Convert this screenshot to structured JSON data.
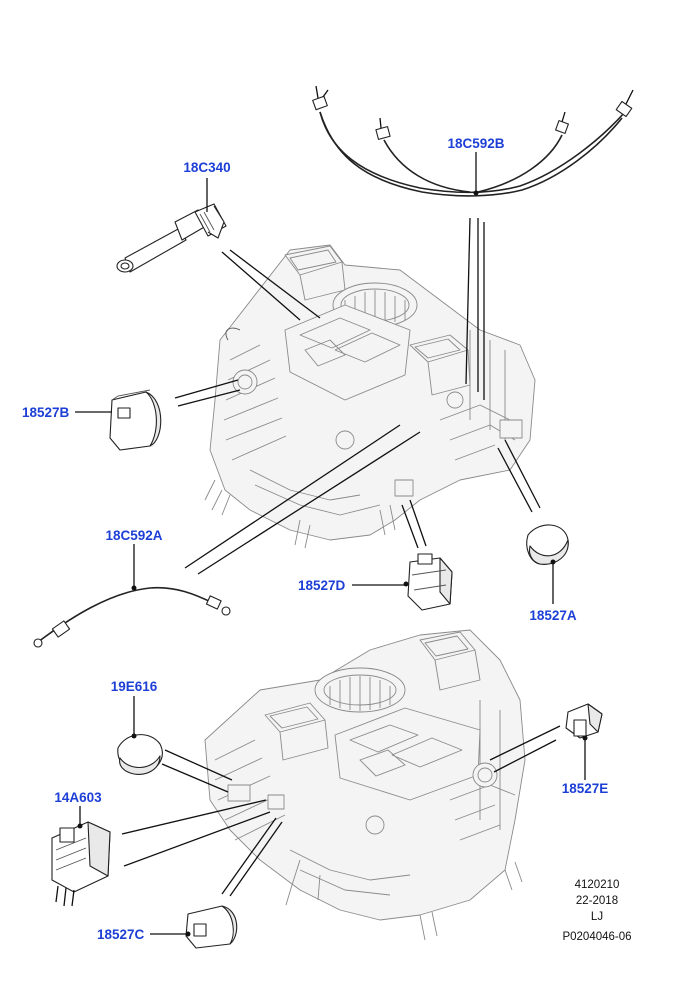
{
  "diagram": {
    "callouts": [
      {
        "id": "18C340",
        "label": "18C340"
      },
      {
        "id": "18C592B",
        "label": "18C592B"
      },
      {
        "id": "18527B",
        "label": "18527B"
      },
      {
        "id": "18C592A",
        "label": "18C592A"
      },
      {
        "id": "18527D",
        "label": "18527D"
      },
      {
        "id": "18527A",
        "label": "18527A"
      },
      {
        "id": "19E616",
        "label": "19E616"
      },
      {
        "id": "14A603",
        "label": "14A603"
      },
      {
        "id": "18527E",
        "label": "18527E"
      },
      {
        "id": "18527C",
        "label": "18527C"
      }
    ],
    "reference_block": {
      "line1": "4120210",
      "line2": "22-2018",
      "line3": "LJ",
      "line4": "P0204046-06"
    }
  },
  "colors": {
    "callout_text": "#1d3fd6",
    "line_art": "#222222",
    "ghost_art": "#8a8a8a"
  }
}
